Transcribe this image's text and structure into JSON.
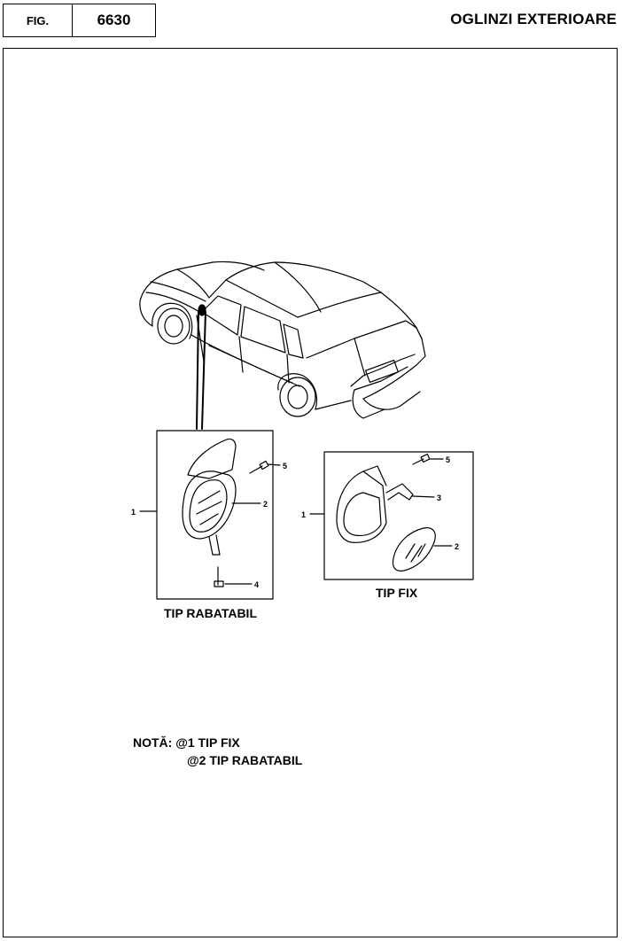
{
  "header": {
    "fig_label": "FIG.",
    "fig_number": "6630",
    "title": "OGLINZI EXTERIOARE"
  },
  "diagram": {
    "folding_mirror": {
      "caption": "TIP RABATABIL",
      "callouts": [
        "1",
        "2",
        "4",
        "5"
      ]
    },
    "fixed_mirror": {
      "caption": "TIP FIX",
      "callouts": [
        "1",
        "2",
        "3",
        "5"
      ]
    }
  },
  "note": {
    "label": "NOTĂ:",
    "line1": "@1 TIP FIX",
    "line2": "@2 TIP RABATABIL"
  }
}
